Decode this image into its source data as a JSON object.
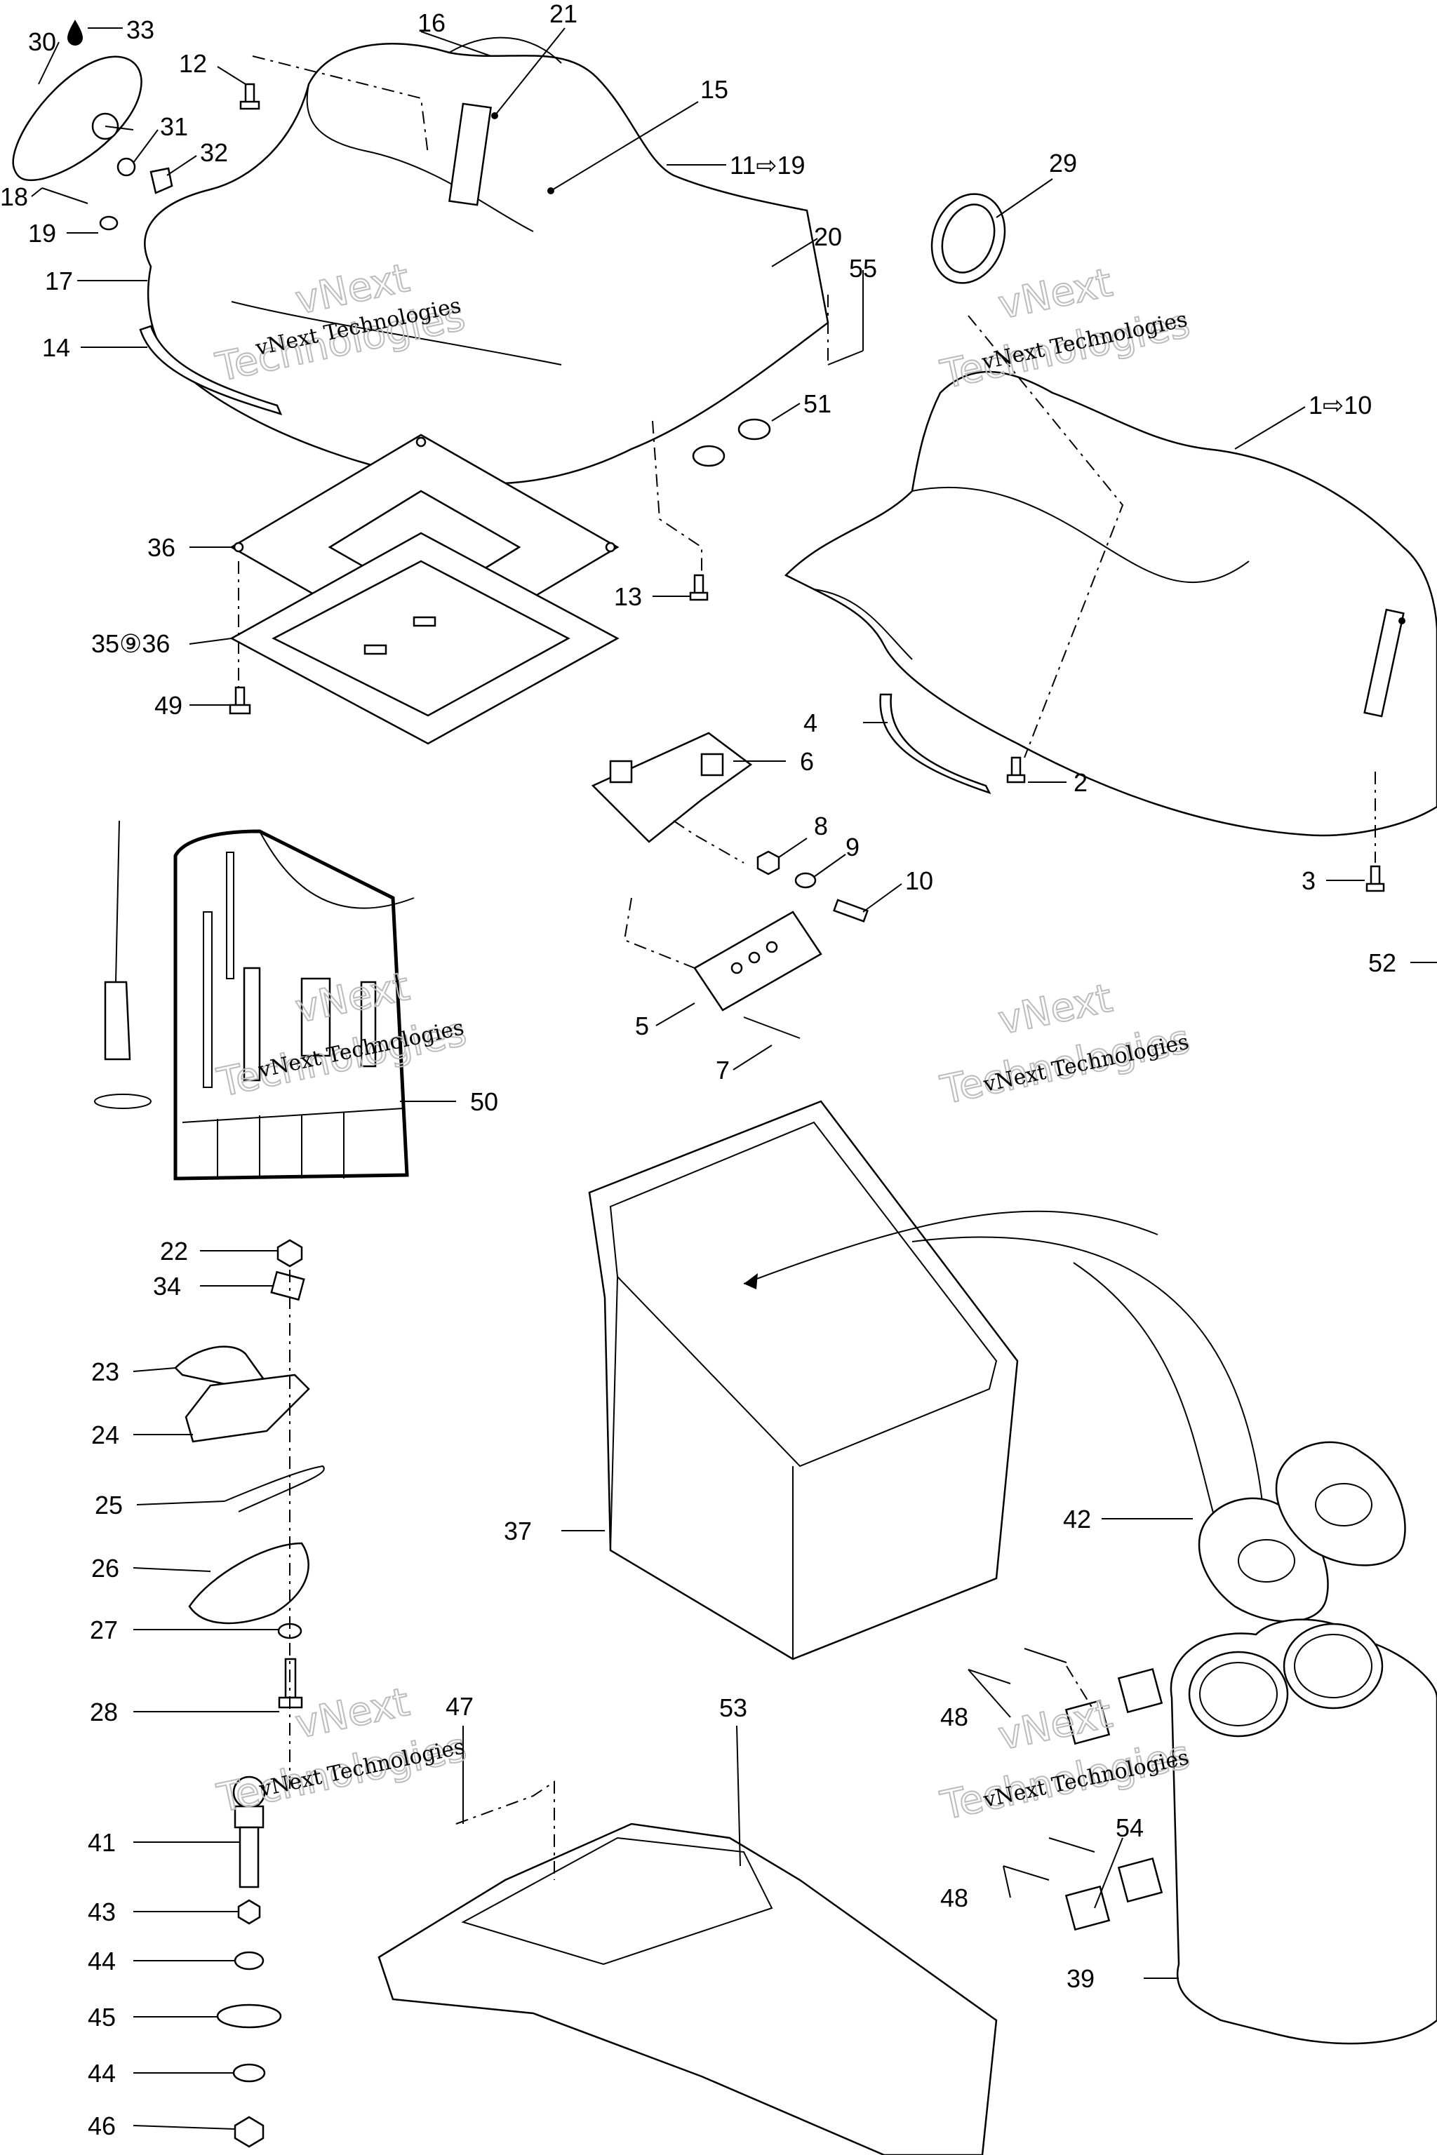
{
  "watermark": {
    "line1": "vNext",
    "line2": "Technologies",
    "small": "vNext Technologies"
  },
  "labels": {
    "l30": "30",
    "l33": "33",
    "l16": "16",
    "l21": "21",
    "l12": "12",
    "l15": "15",
    "l31": "31",
    "l32": "32",
    "l11_19": "11⇨19",
    "l18": "18",
    "l19": "19",
    "l17": "17",
    "l20": "20",
    "l55": "55",
    "l29": "29",
    "l14": "14",
    "l51": "51",
    "l1_10": "1⇨10",
    "l36": "36",
    "l13": "13",
    "l35_36": "35⑨36",
    "l49": "49",
    "l4": "4",
    "l6": "6",
    "l2": "2",
    "l8": "8",
    "l9": "9",
    "l10": "10",
    "l3": "3",
    "l52": "52",
    "l5": "5",
    "l7": "7",
    "l50": "50",
    "l22": "22",
    "l34": "34",
    "l23": "23",
    "l24": "24",
    "l25": "25",
    "l26": "26",
    "l27": "27",
    "l28": "28",
    "l37": "37",
    "l42": "42",
    "l47": "47",
    "l53": "53",
    "l48a": "48",
    "l41": "41",
    "l54": "54",
    "l43": "43",
    "l48b": "48",
    "l44a": "44",
    "l39": "39",
    "l45": "45",
    "l44b": "44",
    "l46": "46"
  }
}
